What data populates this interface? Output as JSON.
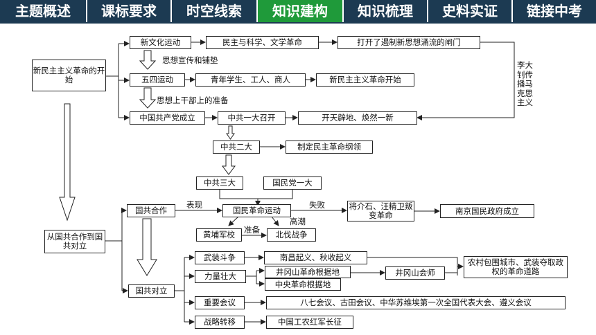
{
  "tabs": [
    "主题概述",
    "课标要求",
    "时空线索",
    "知识建构",
    "知识梳理",
    "史料实证",
    "链接中考"
  ],
  "active_tab": "知识建构",
  "colors": {
    "tab_bg": "#1c3a52",
    "tab_active": "#1f9a3a",
    "line": "#222222"
  },
  "nodes": {
    "xmzy": "新民主主义革命的开始",
    "xwh": "新文化运动",
    "mzkx": "民主与科学、文学革命",
    "dkjz": "打开了遏制新思想涌流的闸门",
    "sxxc": "思想宣传和铺垫",
    "wsyd": "五四运动",
    "qnxs": "青年学生、工人、商人",
    "xmzks": "新民主主义革命开始",
    "sxgb": "思想上干部上的准备",
    "zgcl": "中国共产党成立",
    "zgyd": "中共一大召开",
    "ktpd": "开天辟地、焕然一新",
    "ldzc": "李大钊传播马克思主义",
    "zged": "中共二大",
    "zdmz": "制定民主革命纲领",
    "zgsd": "中共三大",
    "gmyd": "国民党一大",
    "cgzd": "从国共合作到国共对立",
    "gghz": "国共合作",
    "bx": "表现",
    "gmgm": "国民革命运动",
    "sb": "失败",
    "jjs": "将介石、汪精卫叛变革命",
    "njgm": "南京国民政府成立",
    "hpjx": "黄埔军校",
    "zb": "准备",
    "gc": "高潮",
    "bfzz": "北伐战争",
    "wzdz": "武装斗争",
    "ncqy": "南昌起义、秋收起义",
    "nccs": "农村包围城市、武装夺取政权的革命道路",
    "llzd": "力量壮大",
    "jgs": "井冈山革命根据地",
    "jgshs": "井冈山会师",
    "zygm": "中央革命根据地",
    "ggdl": "国共对立",
    "zyhy": "重要会议",
    "bqhy": "八七会议、古田会议、中华苏维埃第一次全国代表大会、遵义会议",
    "zlzy": "战略转移",
    "zgcz": "中国工农红军长征"
  }
}
